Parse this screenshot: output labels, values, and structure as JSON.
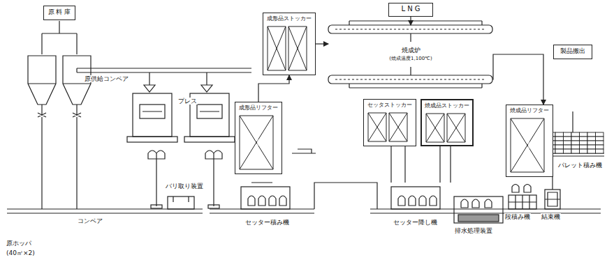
{
  "diagram": {
    "nodes": [
      {
        "text": [
          "原 料 庫"
        ]
      },
      {
        "text": [
          "L N G"
        ]
      },
      {
        "text": [
          "成形品ストッカー"
        ]
      },
      {
        "text": [
          "成形品リフター"
        ]
      },
      {
        "text": [
          "焼成炉",
          "(焼成温度1,100℃)"
        ]
      },
      {
        "text": [
          "セッタストッカー"
        ]
      },
      {
        "text": [
          "焼成品ストッカー"
        ]
      },
      {
        "text": [
          "焼成品リフター"
        ]
      },
      {
        "text": [
          "製品搬出"
        ]
      }
    ],
    "edges": [
      {
        "from": 3,
        "to": 2,
        "arrow": "to"
      },
      {
        "from": 2,
        "to": 4,
        "arrow": "to"
      },
      {
        "from": 1,
        "to": 4,
        "arrow": "to"
      },
      {
        "from": 4,
        "to": 7,
        "arrow": "to"
      }
    ],
    "labels": [
      "原ホッパ",
      "(40㎥×2)",
      "原供給コンベア",
      "プレス",
      "コンベア",
      "バリ取り装置",
      "セッター積み機",
      "セッター降し機",
      "パレット積み機",
      "排水処理装置",
      "段積み機",
      "結束機"
    ]
  }
}
